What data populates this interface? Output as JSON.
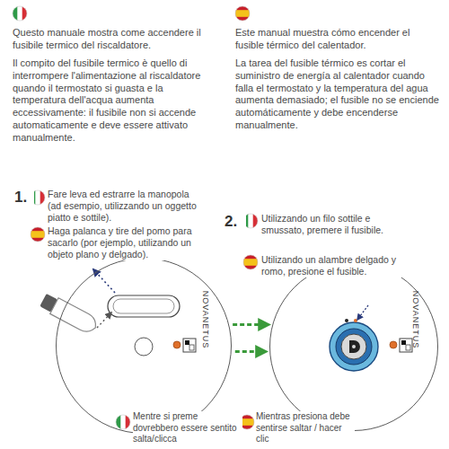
{
  "diagram": {
    "nodes": [
      {
        "text": [
          "NOVANETUS"
        ]
      },
      {
        "text": [
          "NOVANETUS"
        ]
      }
    ],
    "edges": [
      {
        "from": 0,
        "to": 1,
        "arrow": "to"
      }
    ],
    "labels": [
      "Questo manuale mostra come accendere il fusibile termico del riscaldatore.",
      "Il compito del fusibile termico è quello di interrompere l'alimentazione al riscaldatore quando il termostato si guasta e la temperatura dell'acqua aumenta eccessivamente: il fusibile non si accende automaticamente e deve essere attivato manualmente.",
      "Este manual muestra cómo encender el fusible térmico del calentador.",
      "La tarea del fusible térmico es cortar el suministro de energía al calentador cuando falla el termostato y la temperatura del agua aumenta demasiado; el fusible no se enciende automáticamente y debe encenderse manualmente.",
      "1.",
      "Fare leva ed estrarre la manopola (ad esempio, utilizzando un oggetto piatto e sottile).",
      "Haga palanca y tire del pomo para sacarlo (por ejemplo, utilizando un objeto plano y delgado).",
      "2.",
      "Utilizzando un filo sottile e smussato, premere il fusibile.",
      "Utilizando un alambre delgado y romo, presione el fusible.",
      "Mentre si preme dovrebbero essere sentito salta/clicca",
      "Mientras presiona debe sentirse saltar / hacer clic"
    ]
  }
}
